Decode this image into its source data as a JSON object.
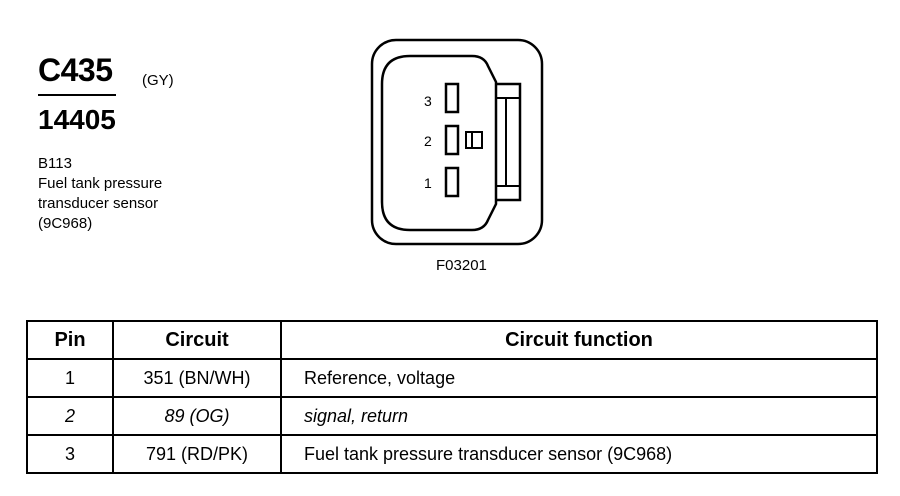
{
  "connector": {
    "id": "C435",
    "color": "(GY)",
    "part_number": "14405",
    "description_lines": [
      "B113",
      "Fuel tank pressure",
      "transducer sensor",
      "(9C968)"
    ]
  },
  "figure": {
    "code": "F03201",
    "pin_labels": [
      "3",
      "2",
      "1"
    ]
  },
  "table": {
    "headers": [
      "Pin",
      "Circuit",
      "Circuit function"
    ],
    "rows": [
      {
        "pin": "1",
        "circuit": "351 (BN/WH)",
        "function": "Reference, voltage",
        "italic": false
      },
      {
        "pin": "2",
        "circuit": "89 (OG)",
        "function": "signal, return",
        "italic": true
      },
      {
        "pin": "3",
        "circuit": "791 (RD/PK)",
        "function": "Fuel tank pressure transducer sensor (9C968)",
        "italic": false
      }
    ]
  }
}
